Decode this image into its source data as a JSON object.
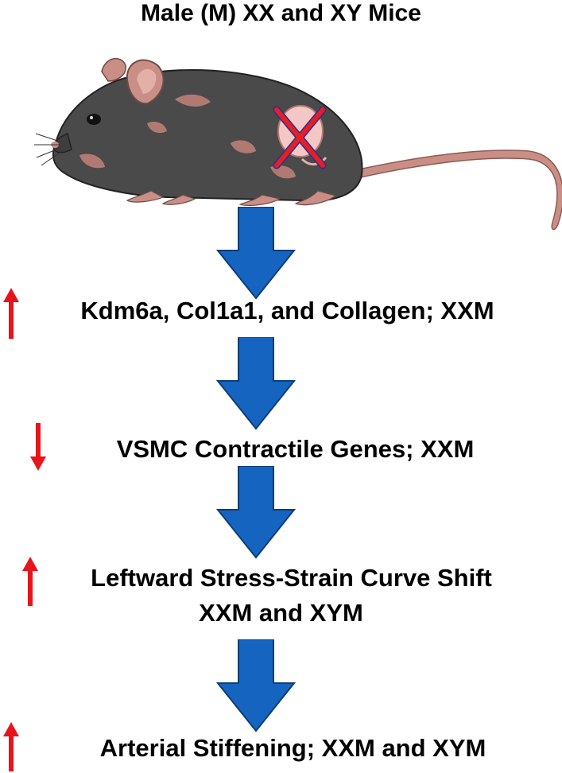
{
  "title": "Male (M) XX and XY Mice",
  "steps": [
    {
      "line1": "Kdm6a, Col1a1, and Collagen; XXM",
      "line2": "",
      "direction": "up"
    },
    {
      "line1": "VSMC Contractile Genes; XXM",
      "line2": "",
      "direction": "down"
    },
    {
      "line1": "Leftward Stress-Strain Curve Shift",
      "line2": "XXM and XYM",
      "direction": "up"
    },
    {
      "line1": "Arterial Stiffening; XXM and XYM",
      "line2": "",
      "direction": "up"
    }
  ],
  "colors": {
    "flow_arrow": "#1565C0",
    "trend_arrow": "#E8141B",
    "mouse_body": "#4A4A4A",
    "mouse_patch": "#B07A72",
    "tail": "#C98F86",
    "cross": "#E81E25",
    "cross_outline": "#2E2E8E"
  },
  "icons": {
    "mouse": "mouse-illustration",
    "removed_organ": "crossed-out-gonad-icon",
    "flow": "down-arrow-icon",
    "increase": "up-arrow-icon",
    "decrease": "down-arrow-icon"
  }
}
